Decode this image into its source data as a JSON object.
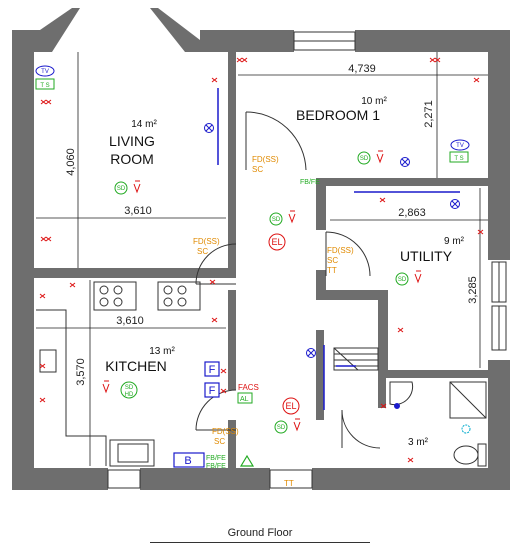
{
  "floor_title": "Ground Floor",
  "colors": {
    "wall": "#6e6e6e",
    "dim": "#222222",
    "orange": "#e08a00",
    "green": "#22aa22",
    "red": "#dd1111",
    "blue": "#1a1acc"
  },
  "rooms": {
    "living": {
      "name_line1": "LIVING",
      "name_line2": "ROOM",
      "area": "14 m²",
      "width": "3,610",
      "height": "4,060"
    },
    "bedroom": {
      "name": "BEDROOM 1",
      "area": "10 m²",
      "width": "4,739",
      "height": "2,271"
    },
    "utility": {
      "name": "UTILITY",
      "area": "9 m²",
      "width": "2,863",
      "height": "3,285"
    },
    "kitchen": {
      "name": "KITCHEN",
      "area": "13 m²",
      "width": "3,610",
      "height": "3,570"
    },
    "wc": {
      "area": "3 m²"
    }
  },
  "symbols": {
    "tv": "TV",
    "ts": "T S",
    "sd": "SD",
    "hd": "HD",
    "el": "EL",
    "fd_ss": "FD(SS)",
    "sc": "SC",
    "tt": "TT",
    "fb_fe": "FB/FE",
    "facs": "FACS",
    "al": "AL",
    "f": "F",
    "b": "B"
  }
}
